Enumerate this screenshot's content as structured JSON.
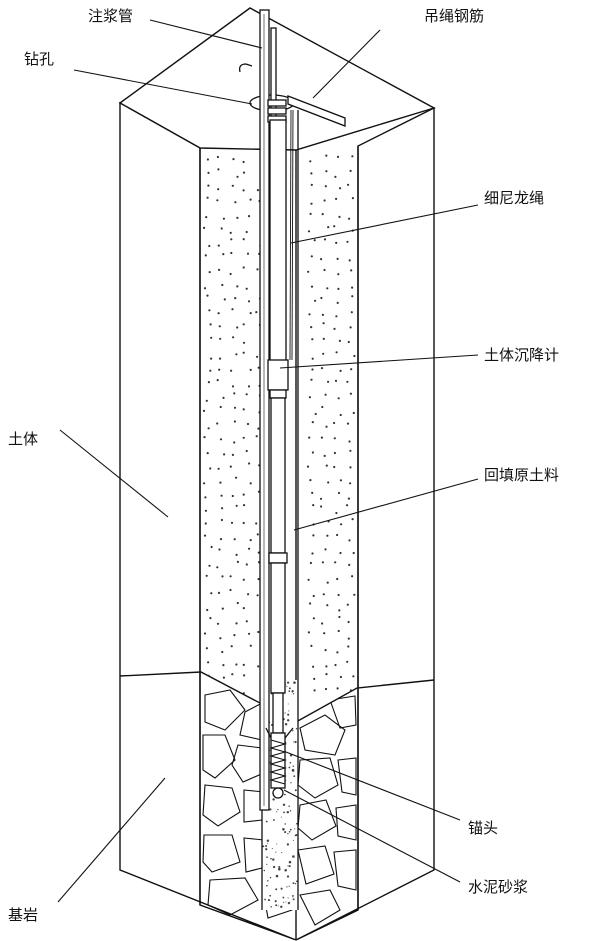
{
  "labels": {
    "grout_pipe": "注浆管",
    "hanging_rebar": "吊绳钢筋",
    "borehole": "钻孔",
    "nylon_rope": "细尼龙绳",
    "settlement_gauge": "土体沉降计",
    "soil": "土体",
    "backfill": "回填原土料",
    "anchor_head": "锚头",
    "bedrock": "基岩",
    "cement_mortar": "水泥砂浆"
  },
  "colors": {
    "line": "#111111",
    "background": "#ffffff"
  }
}
